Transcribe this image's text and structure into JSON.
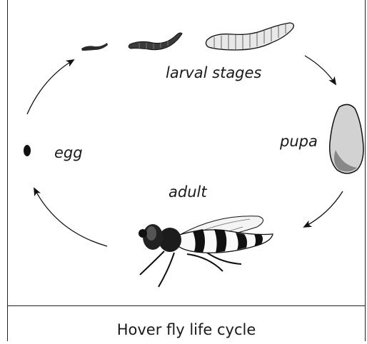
{
  "labels": {
    "larval": "larval stages",
    "pupa": "pupa",
    "adult": "adult",
    "egg": "egg"
  },
  "caption": "Hover fly life cycle",
  "icons": [
    "egg-icon",
    "larva-small-icon",
    "larva-medium-icon",
    "larva-large-icon",
    "pupa-icon",
    "adult-fly-icon",
    "cycle-arrow-icon"
  ]
}
